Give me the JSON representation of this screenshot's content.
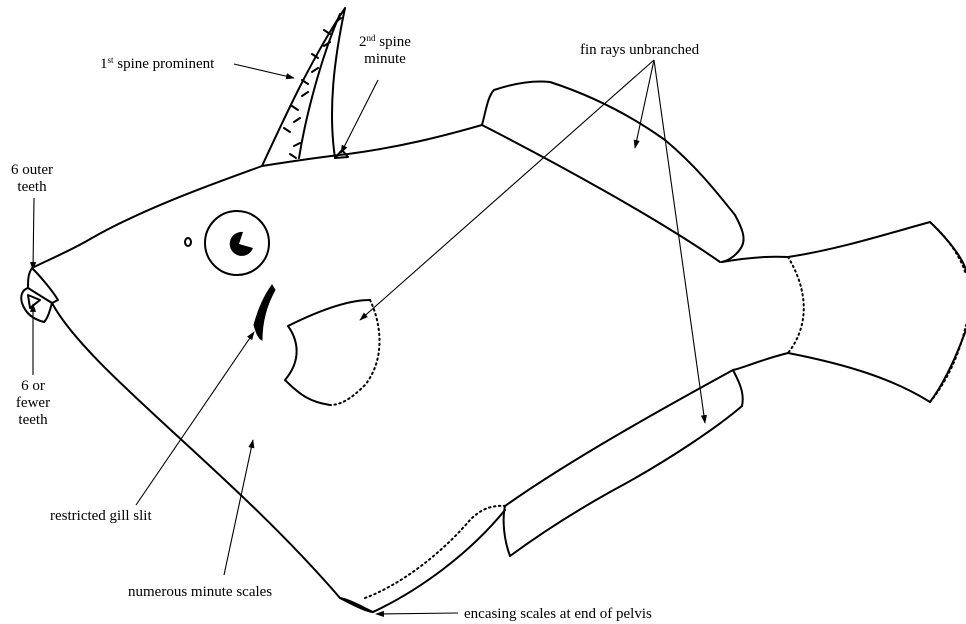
{
  "labels": {
    "spine1": {
      "sup": "st",
      "pre": "1",
      "post": " spine prominent"
    },
    "spine2": {
      "pre": "2",
      "sup": "nd",
      "post": " spine",
      "line2": "minute"
    },
    "fin_rays": "fin rays unbranched",
    "outer_teeth": {
      "line1": "6 outer",
      "line2": "teeth"
    },
    "fewer_teeth": {
      "line1": "6 or",
      "line2": "fewer",
      "line3": "teeth"
    },
    "gill_slit": "restricted gill slit",
    "scales": "numerous minute scales",
    "pelvis": "encasing scales at end of pelvis"
  }
}
